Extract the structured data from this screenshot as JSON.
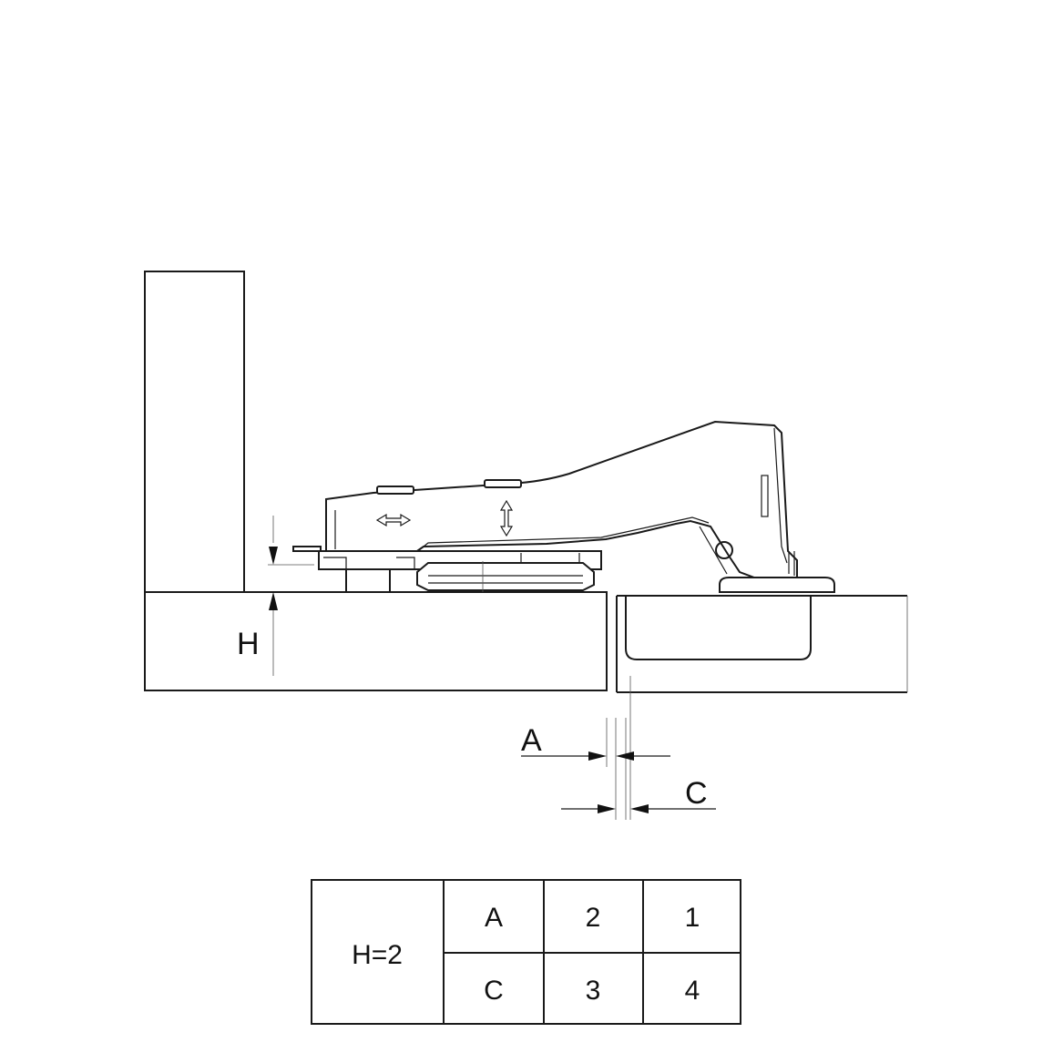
{
  "labels": {
    "h": "H",
    "a": "A",
    "c": "C"
  },
  "table": {
    "header": "H=2",
    "rows": [
      [
        "A",
        "2",
        "1"
      ],
      [
        "C",
        "3",
        "4"
      ]
    ]
  },
  "colors": {
    "line": "#1a1a1a",
    "background": "#ffffff"
  }
}
